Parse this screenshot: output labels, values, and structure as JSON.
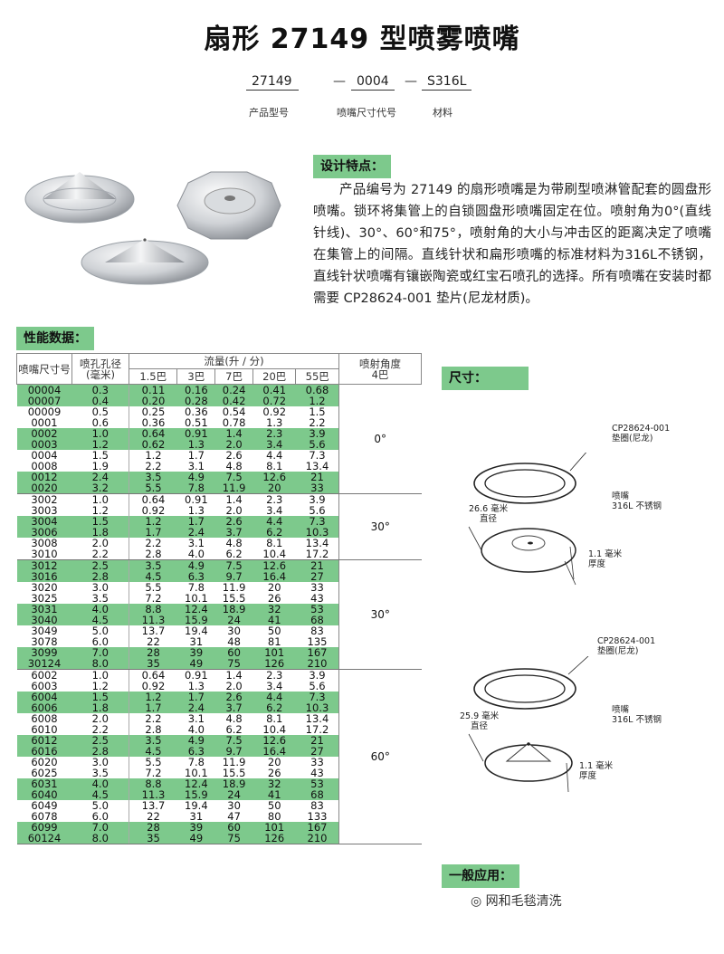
{
  "title": "扇形 27149 型喷雾喷嘴",
  "code": {
    "parts": [
      {
        "value": "27149",
        "caption": "产品型号"
      },
      {
        "value": "0004",
        "caption": "喷嘴尺寸代号"
      },
      {
        "value": "S316L",
        "caption": "材料"
      }
    ],
    "separator": "—"
  },
  "features": {
    "heading": "设计特点：",
    "text": "产品编号为 27149 的扇形喷嘴是为带刷型喷淋管配套的圆盘形喷嘴。锁环将集管上的自锁圆盘形喷嘴固定在位。喷射角为0°(直线针线)、30°、60°和75°，喷射角的大小与冲击区的距离决定了喷嘴在集管上的间隔。直线针状和扁形喷嘴的标准材料为316L不锈钢，直线针状喷嘴有镶嵌陶瓷或红宝石喷孔的选择。所有喷嘴在安装时都需要 CP28624-001 垫片(尼龙材质)。"
  },
  "performance": {
    "heading": "性能数据：",
    "headers": {
      "size": "喷嘴尺寸号",
      "orifice": "喷孔孔径(毫米)",
      "flow": "流量(升 / 分)",
      "angle": "喷射角度",
      "angle_sub": "4巴",
      "pressures": [
        "1.5巴",
        "3巴",
        "7巴",
        "20巴",
        "55巴"
      ]
    },
    "groups": [
      {
        "angle": "0°",
        "rows": [
          {
            "size": "00004",
            "orifice": "0.3",
            "flows": [
              "0.11",
              "0.16",
              "0.24",
              "0.41",
              "0.68"
            ],
            "green": true
          },
          {
            "size": "00007",
            "orifice": "0.4",
            "flows": [
              "0.20",
              "0.28",
              "0.42",
              "0.72",
              "1.2"
            ],
            "green": true
          },
          {
            "size": "00009",
            "orifice": "0.5",
            "flows": [
              "0.25",
              "0.36",
              "0.54",
              "0.92",
              "1.5"
            ],
            "green": false
          },
          {
            "size": "0001",
            "orifice": "0.6",
            "flows": [
              "0.36",
              "0.51",
              "0.78",
              "1.3",
              "2.2"
            ],
            "green": false
          },
          {
            "size": "0002",
            "orifice": "1.0",
            "flows": [
              "0.64",
              "0.91",
              "1.4",
              "2.3",
              "3.9"
            ],
            "green": true
          },
          {
            "size": "0003",
            "orifice": "1.2",
            "flows": [
              "0.62",
              "1.3",
              "2.0",
              "3.4",
              "5.6"
            ],
            "green": true
          },
          {
            "size": "0004",
            "orifice": "1.5",
            "flows": [
              "1.2",
              "1.7",
              "2.6",
              "4.4",
              "7.3"
            ],
            "green": false
          },
          {
            "size": "0008",
            "orifice": "1.9",
            "flows": [
              "2.2",
              "3.1",
              "4.8",
              "8.1",
              "13.4"
            ],
            "green": false
          },
          {
            "size": "0012",
            "orifice": "2.4",
            "flows": [
              "3.5",
              "4.9",
              "7.5",
              "12.6",
              "21"
            ],
            "green": true
          },
          {
            "size": "0020",
            "orifice": "3.2",
            "flows": [
              "5.5",
              "7.8",
              "11.9",
              "20",
              "33"
            ],
            "green": true
          }
        ]
      },
      {
        "angle": "30°",
        "rows": [
          {
            "size": "3002",
            "orifice": "1.0",
            "flows": [
              "0.64",
              "0.91",
              "1.4",
              "2.3",
              "3.9"
            ],
            "green": false
          },
          {
            "size": "3003",
            "orifice": "1.2",
            "flows": [
              "0.92",
              "1.3",
              "2.0",
              "3.4",
              "5.6"
            ],
            "green": false
          },
          {
            "size": "3004",
            "orifice": "1.5",
            "flows": [
              "1.2",
              "1.7",
              "2.6",
              "4.4",
              "7.3"
            ],
            "green": true
          },
          {
            "size": "3006",
            "orifice": "1.8",
            "flows": [
              "1.7",
              "2.4",
              "3.7",
              "6.2",
              "10.3"
            ],
            "green": true
          },
          {
            "size": "3008",
            "orifice": "2.0",
            "flows": [
              "2.2",
              "3.1",
              "4.8",
              "8.1",
              "13.4"
            ],
            "green": false
          },
          {
            "size": "3010",
            "orifice": "2.2",
            "flows": [
              "2.8",
              "4.0",
              "6.2",
              "10.4",
              "17.2"
            ],
            "green": false
          }
        ]
      },
      {
        "angle": "30°",
        "rows": [
          {
            "size": "3012",
            "orifice": "2.5",
            "flows": [
              "3.5",
              "4.9",
              "7.5",
              "12.6",
              "21"
            ],
            "green": true
          },
          {
            "size": "3016",
            "orifice": "2.8",
            "flows": [
              "4.5",
              "6.3",
              "9.7",
              "16.4",
              "27"
            ],
            "green": true
          },
          {
            "size": "3020",
            "orifice": "3.0",
            "flows": [
              "5.5",
              "7.8",
              "11.9",
              "20",
              "33"
            ],
            "green": false
          },
          {
            "size": "3025",
            "orifice": "3.5",
            "flows": [
              "7.2",
              "10.1",
              "15.5",
              "26",
              "43"
            ],
            "green": false
          },
          {
            "size": "3031",
            "orifice": "4.0",
            "flows": [
              "8.8",
              "12.4",
              "18.9",
              "32",
              "53"
            ],
            "green": true
          },
          {
            "size": "3040",
            "orifice": "4.5",
            "flows": [
              "11.3",
              "15.9",
              "24",
              "41",
              "68"
            ],
            "green": true
          },
          {
            "size": "3049",
            "orifice": "5.0",
            "flows": [
              "13.7",
              "19.4",
              "30",
              "50",
              "83"
            ],
            "green": false
          },
          {
            "size": "3078",
            "orifice": "6.0",
            "flows": [
              "22",
              "31",
              "48",
              "81",
              "135"
            ],
            "green": false
          },
          {
            "size": "3099",
            "orifice": "7.0",
            "flows": [
              "28",
              "39",
              "60",
              "101",
              "167"
            ],
            "green": true
          },
          {
            "size": "30124",
            "orifice": "8.0",
            "flows": [
              "35",
              "49",
              "75",
              "126",
              "210"
            ],
            "green": true
          }
        ]
      },
      {
        "angle": "60°",
        "rows": [
          {
            "size": "6002",
            "orifice": "1.0",
            "flows": [
              "0.64",
              "0.91",
              "1.4",
              "2.3",
              "3.9"
            ],
            "green": false
          },
          {
            "size": "6003",
            "orifice": "1.2",
            "flows": [
              "0.92",
              "1.3",
              "2.0",
              "3.4",
              "5.6"
            ],
            "green": false
          },
          {
            "size": "6004",
            "orifice": "1.5",
            "flows": [
              "1.2",
              "1.7",
              "2.6",
              "4.4",
              "7.3"
            ],
            "green": true
          },
          {
            "size": "6006",
            "orifice": "1.8",
            "flows": [
              "1.7",
              "2.4",
              "3.7",
              "6.2",
              "10.3"
            ],
            "green": true
          },
          {
            "size": "6008",
            "orifice": "2.0",
            "flows": [
              "2.2",
              "3.1",
              "4.8",
              "8.1",
              "13.4"
            ],
            "green": false
          },
          {
            "size": "6010",
            "orifice": "2.2",
            "flows": [
              "2.8",
              "4.0",
              "6.2",
              "10.4",
              "17.2"
            ],
            "green": false
          },
          {
            "size": "6012",
            "orifice": "2.5",
            "flows": [
              "3.5",
              "4.9",
              "7.5",
              "12.6",
              "21"
            ],
            "green": true
          },
          {
            "size": "6016",
            "orifice": "2.8",
            "flows": [
              "4.5",
              "6.3",
              "9.7",
              "16.4",
              "27"
            ],
            "green": true
          },
          {
            "size": "6020",
            "orifice": "3.0",
            "flows": [
              "5.5",
              "7.8",
              "11.9",
              "20",
              "33"
            ],
            "green": false
          },
          {
            "size": "6025",
            "orifice": "3.5",
            "flows": [
              "7.2",
              "10.1",
              "15.5",
              "26",
              "43"
            ],
            "green": false
          },
          {
            "size": "6031",
            "orifice": "4.0",
            "flows": [
              "8.8",
              "12.4",
              "18.9",
              "32",
              "53"
            ],
            "green": true
          },
          {
            "size": "6040",
            "orifice": "4.5",
            "flows": [
              "11.3",
              "15.9",
              "24",
              "41",
              "68"
            ],
            "green": true
          },
          {
            "size": "6049",
            "orifice": "5.0",
            "flows": [
              "13.7",
              "19.4",
              "30",
              "50",
              "83"
            ],
            "green": false
          },
          {
            "size": "6078",
            "orifice": "6.0",
            "flows": [
              "22",
              "31",
              "47",
              "80",
              "133"
            ],
            "green": false
          },
          {
            "size": "6099",
            "orifice": "7.0",
            "flows": [
              "28",
              "39",
              "60",
              "101",
              "167"
            ],
            "green": true
          },
          {
            "size": "60124",
            "orifice": "8.0",
            "flows": [
              "35",
              "49",
              "75",
              "126",
              "210"
            ],
            "green": true
          }
        ]
      }
    ]
  },
  "dimensions": {
    "heading": "尺寸：",
    "diagram1": {
      "gasket": "CP28624-001",
      "gasket_sub": "垫圈(尼龙)",
      "nozzle": "喷嘴",
      "nozzle_sub": "316L 不锈钢",
      "diameter": "26.6 毫米",
      "diameter_sub": "直径",
      "thickness": "1.1 毫米",
      "thickness_sub": "厚度"
    },
    "diagram2": {
      "gasket": "CP28624-001",
      "gasket_sub": "垫圈(尼龙)",
      "nozzle": "喷嘴",
      "nozzle_sub": "316L 不锈钢",
      "diameter": "25.9 毫米",
      "diameter_sub": "直径",
      "thickness": "1.1 毫米",
      "thickness_sub": "厚度"
    }
  },
  "application": {
    "heading": "一般应用：",
    "item": "◎ 网和毛毯清洗"
  },
  "colors": {
    "accent_green": "#7dc98c"
  }
}
